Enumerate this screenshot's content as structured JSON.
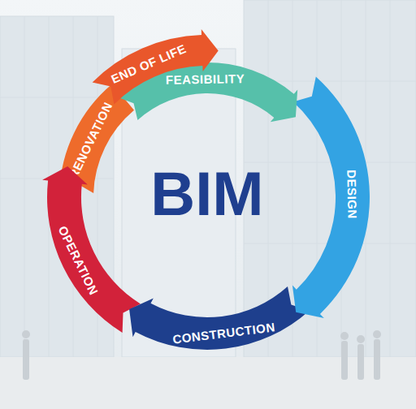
{
  "diagram": {
    "nodes": [
      {
        "text": [
          "END OF LIFE"
        ]
      },
      {
        "text": [
          "FEASIBILITY"
        ]
      },
      {
        "text": [
          "DESIGN"
        ]
      },
      {
        "text": [
          "CONSTRUCTION"
        ]
      },
      {
        "text": [
          "OPERATION"
        ]
      },
      {
        "text": [
          "RENOVATION"
        ]
      }
    ],
    "labels": [
      "BIM"
    ]
  }
}
